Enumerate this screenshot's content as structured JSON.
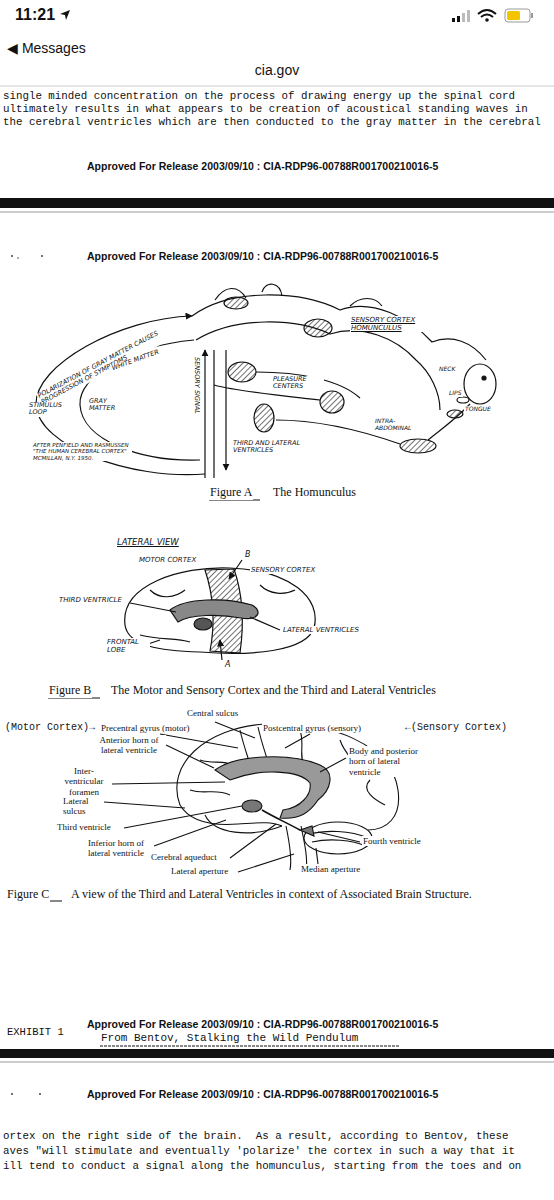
{
  "diagram": {
    "labels": [
      "11:21",
      "◀ Messages",
      "cia.gov",
      "single minded concentration on the process of drawing energy up the spinal cord",
      "ultimately results in what appears to be creation of acoustical standing waves in",
      "the cerebral ventricles which are then conducted to the gray matter in the cerebral",
      "Approved For Release 2003/09/10 : CIA-RDP96-00788R001700210016-5",
      "Approved For Release 2003/09/10 : CIA-RDP96-00788R001700210016-5",
      "POLARIZATION OF GRAY MATTER CAUSES PROGRESSION OF SYMPTOMS",
      "SENSORY CORTEX HOMUNCULUS",
      "WHITE MATTER",
      "SENSORY SIGNAL",
      "NECK",
      "STIMULUS LOOP",
      "GRAY MATTER",
      "PLEASURE CENTERS",
      "LIPS",
      "TONGUE",
      "INTRA-ABDOMINAL",
      "AFTER PENFIELD AND RASMUSSEN \"THE HUMAN CEREBRAL CORTEX\" MCMILLAN, N.Y. 1950.",
      "THIRD AND LATERAL VENTRICLES",
      "Figure A",
      "The Homunculus",
      "LATERAL VIEW",
      "B",
      "MOTOR CORTEX",
      "SENSORY CORTEX",
      "THIRD VENTRICLE",
      "LATERAL VENTRICLES",
      "FRONTAL LOBE",
      "A",
      "Figure B",
      "The Motor and Sensory Cortex and the Third and Lateral Ventricles",
      "Central sulcus",
      "(Motor Cortex)→",
      "Precentral gyrus (motor)",
      "Postcentral gyrus (sensory)",
      "←(Sensory Cortex)",
      "Anterior horn of lateral ventricle",
      "Body and posterior horn of lateral ventricle",
      "Inter-ventricular foramen",
      "Lateral sulcus",
      "Third ventricle",
      "Inferior horn of lateral ventricle",
      "Fourth ventricle",
      "Cerebral aqueduct",
      "Median aperture",
      "Lateral aperture",
      "Figure C",
      "A view of the Third and Lateral Ventricles in context of Associated Brain Structure.",
      "EXHIBIT 1",
      "Approved For Release 2003/09/10 : CIA-RDP96-00788R001700210016-5",
      "From Bentov, Stalking the Wild Pendulum",
      "Approved For Release 2003/09/10 : CIA-RDP96-00788R001700210016-5",
      "ortex on the right side of the brain.  As a result, according to Bentov, these",
      "aves \"will stimulate and eventually 'polarize' the cortex in such a way that it",
      "ill tend to conduct a signal along the homunculus, starting from the toes and on"
    ]
  }
}
